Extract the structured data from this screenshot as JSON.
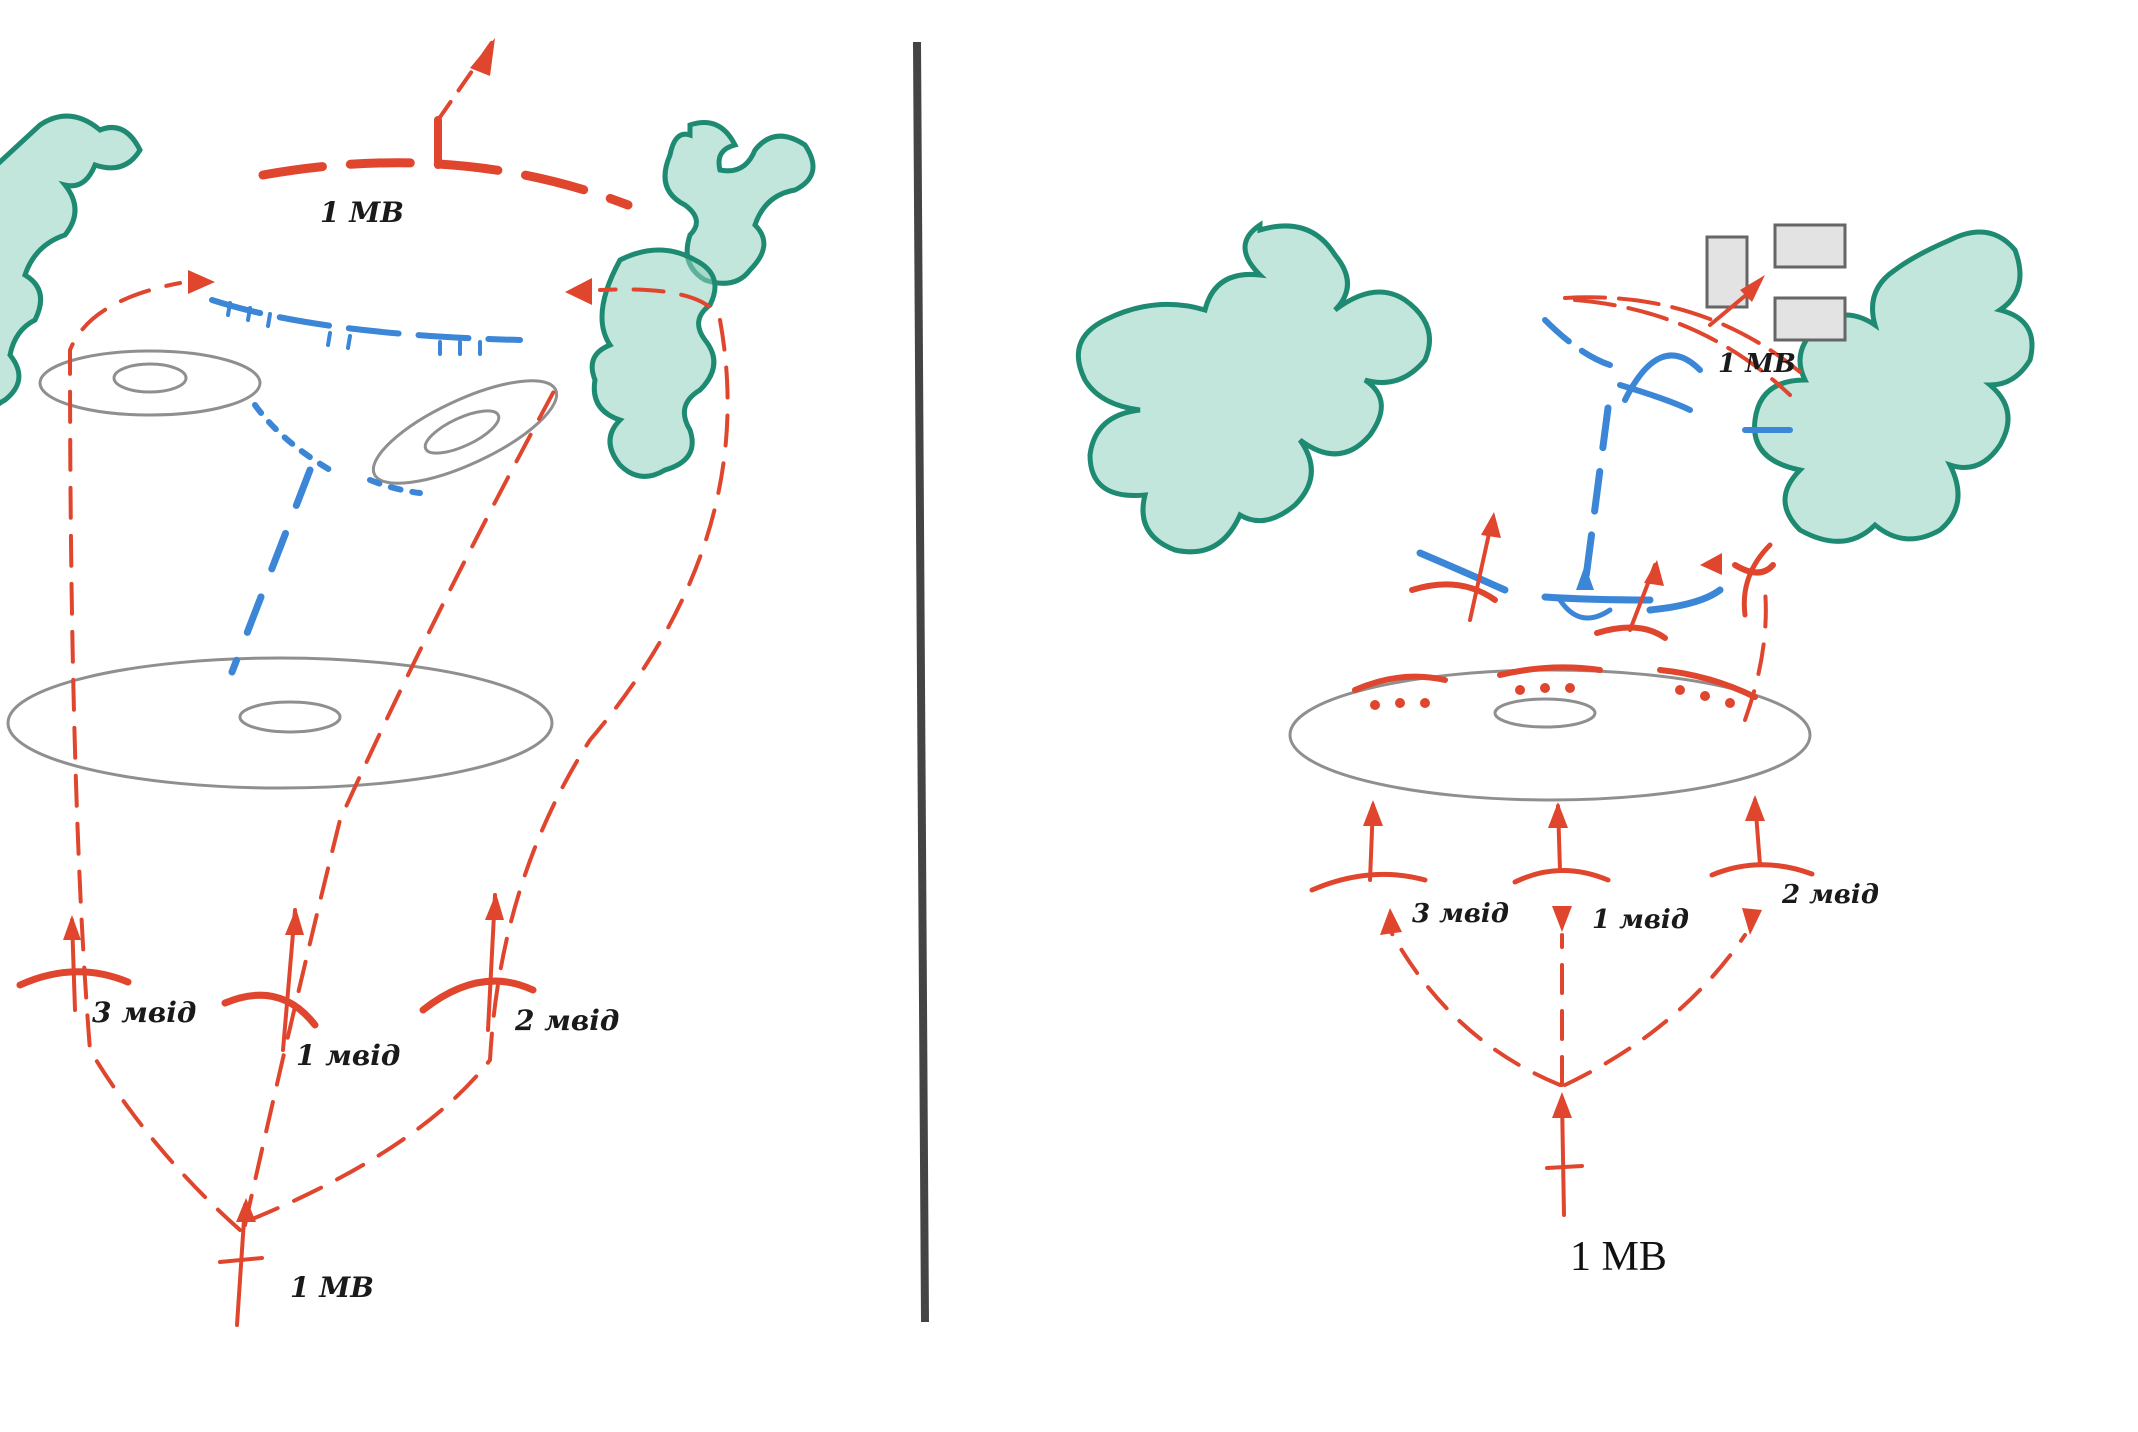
{
  "left_panel": {
    "top_unit_label": "1 МВ",
    "bottom_unit_label": "1 МВ",
    "battalion_labels": [
      "3 мвід",
      "1 мвід",
      "2 мвід"
    ]
  },
  "right_panel": {
    "top_unit_label": "1 МВ",
    "bottom_unit_label": "1 МВ",
    "battalion_labels": [
      "3 мвід",
      "1 мвід",
      "2 мвід"
    ]
  },
  "colors": {
    "own_forces": "#e0452d",
    "enemy": "#3b86d6",
    "vegetation": "#1f8a72",
    "terrain": "#8f8f8f",
    "divider": "#444444"
  },
  "icons": [
    "forest-icon",
    "building-icon",
    "arrow-icon"
  ]
}
